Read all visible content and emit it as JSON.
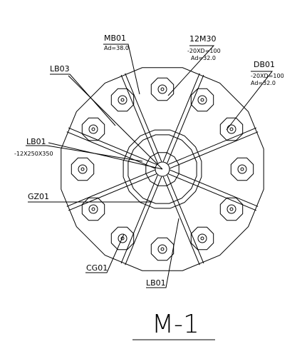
{
  "drawing": {
    "title": "M-1",
    "labels": {
      "mb01": "MB01",
      "mb01_sub": "Ad=38.0",
      "bolt": "12M30",
      "bolt_sub1": "-20XD=100",
      "bolt_sub2": "Ad=32.0",
      "db01": "DB01",
      "db01_sub1": "-20XD=100",
      "db01_sub2": "Ad=32.0",
      "lb03": "LB03",
      "lb01_left": "LB01",
      "lb01_left_sub": "-12X250X350",
      "gz01": "GZ01",
      "cg01": "CG01",
      "lb01_bottom": "LB01"
    }
  }
}
